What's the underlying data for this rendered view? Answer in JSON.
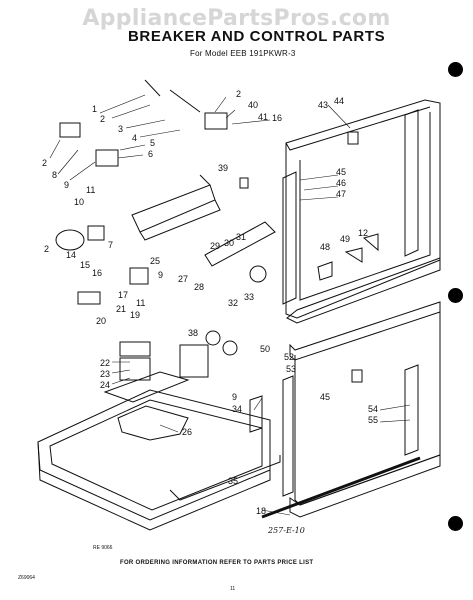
{
  "watermark": "AppliancePartsPros.com",
  "title": "BREAKER AND CONTROL PARTS",
  "subtitle": "For Model EEB 191PKWR-3",
  "footer": {
    "note": "FOR ORDERING INFORMATION REFER TO PARTS PRICE LIST",
    "left_code": "RE 9066",
    "corner_code": "Z69064",
    "page_num": "11",
    "handwritten": "257-E-10"
  },
  "callouts": [
    "1",
    "2",
    "3",
    "4",
    "5",
    "6",
    "2",
    "8",
    "9",
    "10",
    "11",
    "2",
    "14",
    "15",
    "16",
    "7",
    "17",
    "19",
    "21",
    "11",
    "20",
    "2",
    "40",
    "41",
    "16",
    "39",
    "29",
    "30",
    "31",
    "27",
    "28",
    "25",
    "9",
    "32",
    "33",
    "38",
    "22",
    "23",
    "24",
    "26",
    "43",
    "44",
    "45",
    "46",
    "47",
    "48",
    "49",
    "12",
    "50",
    "52",
    "53",
    "45",
    "54",
    "55",
    "9",
    "34",
    "35",
    "18"
  ]
}
